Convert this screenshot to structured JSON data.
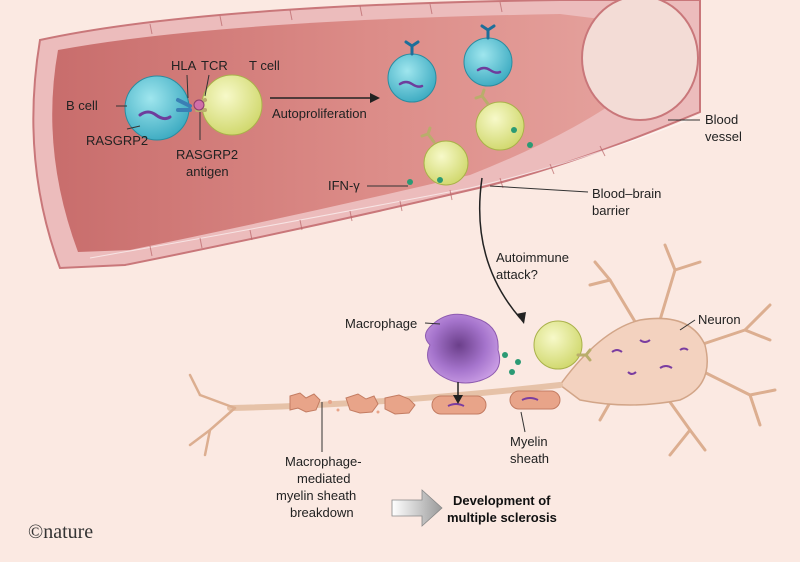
{
  "labels": {
    "b_cell": "B cell",
    "hla": "HLA",
    "tcr": "TCR",
    "t_cell": "T cell",
    "rasgrp2": "RASGRP2",
    "rasgrp2_antigen_1": "RASGRP2",
    "rasgrp2_antigen_2": "antigen",
    "autoproliferation": "Autoproliferation",
    "ifn_gamma": "IFN-γ",
    "blood_vessel_1": "Blood",
    "blood_vessel_2": "vessel",
    "bbb_1": "Blood–brain",
    "bbb_2": "barrier",
    "autoimmune_1": "Autoimmune",
    "autoimmune_2": "attack?",
    "macrophage": "Macrophage",
    "neuron": "Neuron",
    "myelin_1": "Myelin",
    "myelin_2": "sheath",
    "breakdown_1": "Macrophage-",
    "breakdown_2": "mediated",
    "breakdown_3": "myelin sheath",
    "breakdown_4": "breakdown",
    "ms_1": "Development of",
    "ms_2": "multiple sclerosis",
    "credit": "©nature"
  },
  "colors": {
    "background": "#fbe9e2",
    "vessel_wall": "#e9b3b4",
    "vessel_lumen": "#d9827f",
    "b_cell": "#4cc1d3",
    "t_cell": "#e3ea8a",
    "macrophage": "#b57bd6",
    "neuron": "#f3d2bf",
    "myelin": "#e8a489",
    "ifn": "#2b9a74"
  }
}
